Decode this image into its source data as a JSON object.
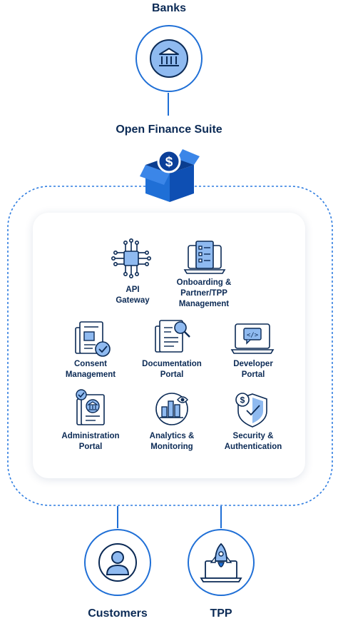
{
  "nodes": {
    "banks": "Banks",
    "suite": "Open Finance Suite",
    "customers": "Customers",
    "tpp": "TPP"
  },
  "modules": [
    {
      "label": "API\nGateway",
      "icon": "chip-circuit-icon"
    },
    {
      "label": "Onboarding &\nPartner/TPP\nManagement",
      "icon": "laptop-checklist-icon"
    },
    {
      "label": "Consent\nManagement",
      "icon": "document-check-icon"
    },
    {
      "label": "Documentation\nPortal",
      "icon": "document-search-icon"
    },
    {
      "label": "Developer\nPortal",
      "icon": "laptop-code-icon"
    },
    {
      "label": "Administration\nPortal",
      "icon": "bank-document-icon"
    },
    {
      "label": "Analytics &\nMonitoring",
      "icon": "chart-eye-icon"
    },
    {
      "label": "Security &\nAuthentication",
      "icon": "shield-dollar-icon"
    }
  ],
  "colors": {
    "navy": "#0b2a55",
    "accent": "#1f6fd6",
    "light": "#8fbaf0",
    "dotted": "#2f7de0"
  }
}
